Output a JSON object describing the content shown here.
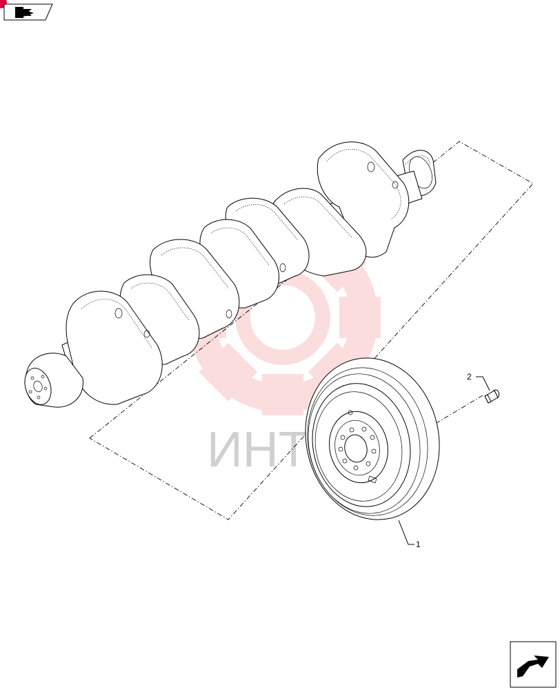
{
  "callouts": {
    "part_1": "1",
    "part_2": "2"
  },
  "watermark": {
    "text": "ИНТЕ"
  },
  "colors": {
    "watermark_gear": "#f05a5a",
    "watermark_text": "#c8c8c8",
    "line": "#000000",
    "corner_dot": "#e0003a"
  },
  "icons": {
    "top_left": "back-arrow-icon",
    "bottom_right": "next-arrow-icon"
  }
}
